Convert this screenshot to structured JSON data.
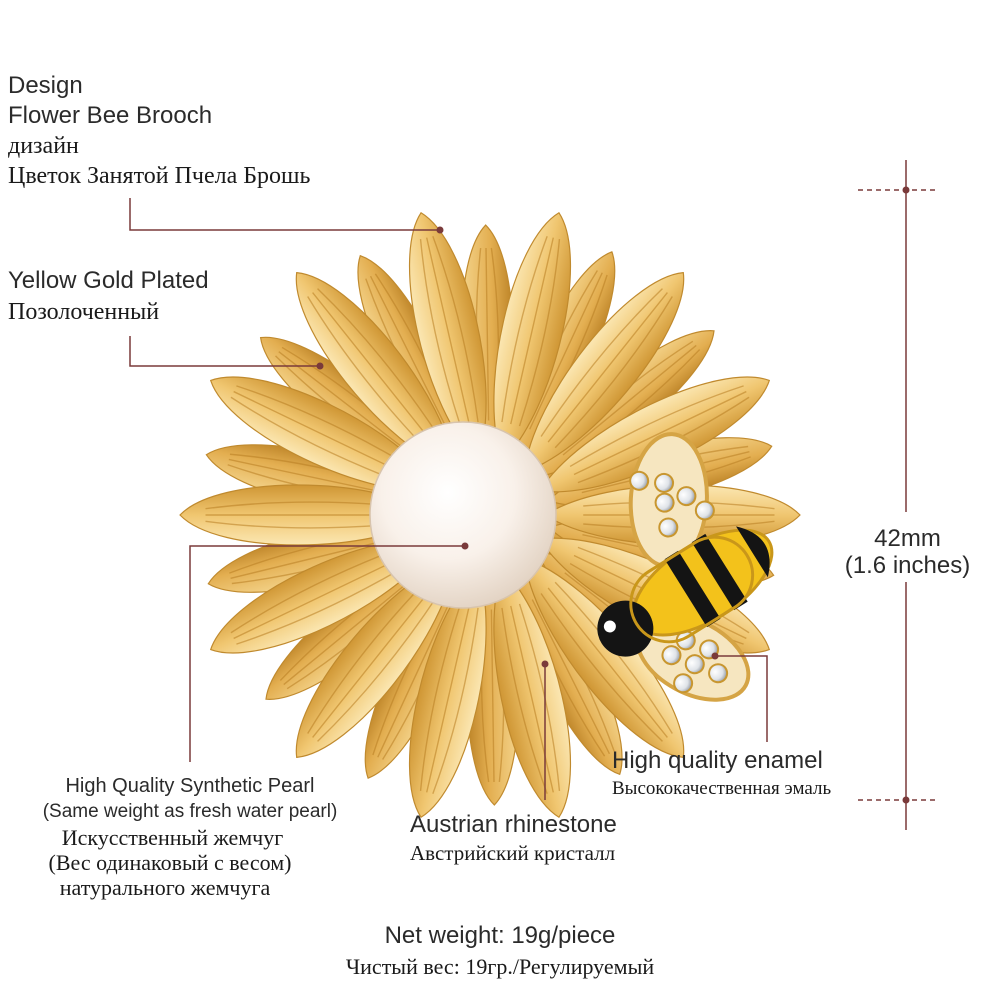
{
  "labels": {
    "design": {
      "en_title": "Design",
      "en_name": "Flower Bee Brooch",
      "ru_title": "дизайн",
      "ru_name": "Цветок Занятой Пчела Брошь"
    },
    "plating": {
      "en": "Yellow Gold Plated",
      "ru": "Позолоченный"
    },
    "pearl": {
      "en_line1": "High Quality Synthetic Pearl",
      "en_line2": "(Same weight as fresh water pearl)",
      "ru_line1": "Искусственный жемчуг",
      "ru_line2": "(Вес одинаковый с весом)",
      "ru_line3": "натурального жемчуга"
    },
    "rhinestone": {
      "en": "Austrian rhinestone",
      "ru": "Австрийский кристалл"
    },
    "enamel": {
      "en": "High quality enamel",
      "ru": "Высококачественная эмаль"
    },
    "size": {
      "mm": "42mm",
      "inches": "(1.6 inches)"
    },
    "weight": {
      "en": "Net weight: 19g/piece",
      "ru": "Чистый вес: 19гр./Регулируемый"
    }
  },
  "colors": {
    "gold_light": "#fae3a8",
    "gold_mid": "#eec168",
    "gold_dark": "#c98f2a",
    "pearl": "#fbf6f0",
    "pointer_line": "#7a3a3a",
    "bee_yellow": "#f3c21b",
    "bee_black": "#141414"
  }
}
